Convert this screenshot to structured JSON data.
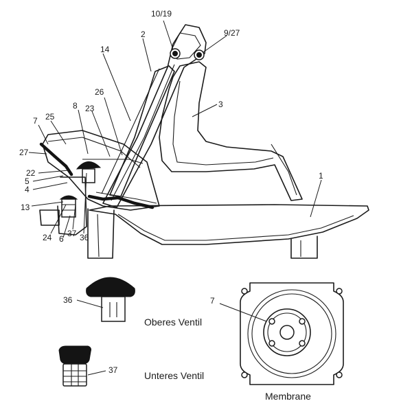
{
  "callouts": {
    "c10_19": "10/19",
    "c9_27": "9/27",
    "c2": "2",
    "c14": "14",
    "c3": "3",
    "c26": "26",
    "c8": "8",
    "c23": "23",
    "c7": "7",
    "c25": "25",
    "c27": "27",
    "c22": "22",
    "c5": "5",
    "c4": "4",
    "c13": "13",
    "c24": "24",
    "c6": "6",
    "c37": "37",
    "c36": "36",
    "c1": "1",
    "detail_36": "36",
    "detail_37": "37",
    "detail_7": "7"
  },
  "captions": {
    "upper_valve": "Oberes Ventil",
    "lower_valve": "Unteres Ventil",
    "membrane": "Membrane"
  }
}
